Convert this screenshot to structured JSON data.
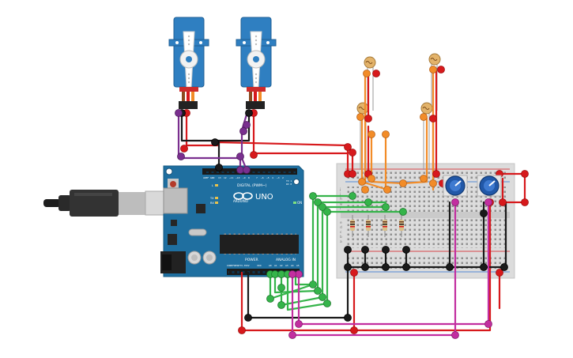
{
  "board": {
    "brand_text": "ARDUINO",
    "model_text": "UNO",
    "digital_header_text": "DIGITAL (PWM~)",
    "power_header_text": "POWER",
    "analog_header_text": "ANALOG IN",
    "on_text": "ON",
    "tx_text": "TX",
    "rx_text": "RX",
    "l_text": "L",
    "aref_text": "AREF",
    "gnd_text": "GND",
    "pin13_text": "13",
    "pin12_text": "12",
    "pin11_text": "~11",
    "pin10_text": "~10",
    "pin9_text": "~9",
    "pin8_text": "8",
    "pin7_text": "7",
    "pin6_text": "~6",
    "pin5_text": "~5",
    "pin4_text": "4",
    "pin3_text": "~3",
    "pin2_text": "2",
    "pin1_text": "TX 1",
    "pin0_text": "RX 0",
    "ioref_text": "IOREF",
    "reset_text": "RESET",
    "v33_text": "3.3V",
    "v5_text": "5V",
    "vin_text": "VIN",
    "a0_text": "A0",
    "a1_text": "A1",
    "a2_text": "A2",
    "a3_text": "A3",
    "a4_text": "A4",
    "a5_text": "A5"
  },
  "breadboard": {
    "row_labels_left": [
      "j",
      "i",
      "h",
      "g",
      "f",
      "e",
      "d",
      "c",
      "b",
      "a"
    ]
  },
  "colors": {
    "board_blue": "#1f6fa0",
    "wire_red": "#d7191c",
    "wire_black": "#1a1a1a",
    "wire_purple": "#7a2f8f",
    "wire_green": "#35b44a",
    "wire_orange": "#f28c28",
    "wire_magenta": "#c22ea0",
    "pot_blue": "#2158a8"
  },
  "components": {
    "servo_icon": "servo-icon",
    "ldr_icon": "photoresistor-icon",
    "pot_icon": "potentiometer-icon",
    "resistor_icon": "resistor-icon",
    "usb_icon": "usb-cable-icon"
  }
}
